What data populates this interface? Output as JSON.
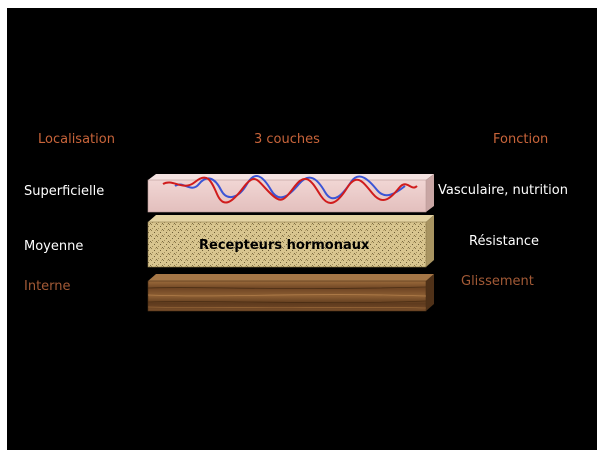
{
  "headers": {
    "localisation": "Localisation",
    "couches": "3 couches",
    "fonction": "Fonction"
  },
  "layers": [
    {
      "position": "Superficielle",
      "function": "Vasculaire, nutrition",
      "inner_label": ""
    },
    {
      "position": "Moyenne",
      "function": "Résistance",
      "inner_label": "Recepteurs hormonaux"
    },
    {
      "position": "Interne",
      "function": "Glissement",
      "inner_label": ""
    }
  ],
  "colors": {
    "background": "#000000",
    "header": "#c8643a",
    "label": "#ffffff",
    "muted_label": "#a35a36",
    "layer_top": "#e9c9c7",
    "layer_middle": "#d8c58f",
    "layer_bottom": "#7a4f2b",
    "vessel_red": "#d01c1c",
    "vessel_blue": "#3b55d6"
  }
}
